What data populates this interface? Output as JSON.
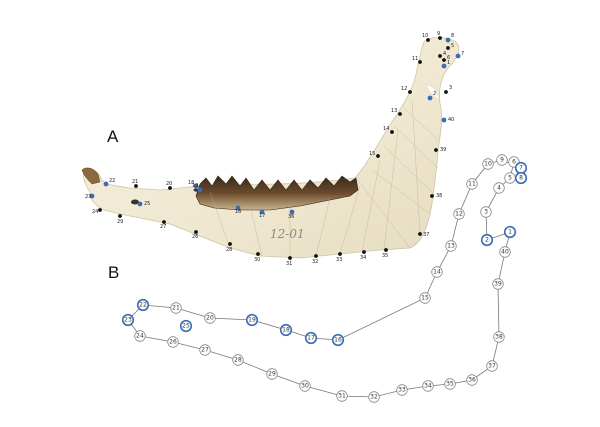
{
  "panel_a": {
    "label": "A",
    "specimen_text": "12-01",
    "accent_color": "#3a6db5",
    "landmarks": [
      {
        "n": "1",
        "type": "fixed"
      },
      {
        "n": "2",
        "type": "fixed"
      },
      {
        "n": "3",
        "type": "semi"
      },
      {
        "n": "4",
        "type": "semi"
      },
      {
        "n": "5",
        "type": "semi"
      },
      {
        "n": "6",
        "type": "semi"
      },
      {
        "n": "7",
        "type": "fixed"
      },
      {
        "n": "8",
        "type": "fixed"
      },
      {
        "n": "9",
        "type": "semi"
      },
      {
        "n": "10",
        "type": "semi"
      },
      {
        "n": "11",
        "type": "semi"
      },
      {
        "n": "12",
        "type": "semi"
      },
      {
        "n": "13",
        "type": "semi"
      },
      {
        "n": "14",
        "type": "semi"
      },
      {
        "n": "15",
        "type": "semi"
      },
      {
        "n": "16",
        "type": "fixed"
      },
      {
        "n": "17",
        "type": "fixed"
      },
      {
        "n": "18",
        "type": "fixed"
      },
      {
        "n": "19",
        "type": "fixed"
      },
      {
        "n": "20",
        "type": "semi"
      },
      {
        "n": "21",
        "type": "semi"
      },
      {
        "n": "22",
        "type": "fixed"
      },
      {
        "n": "23",
        "type": "fixed"
      },
      {
        "n": "24",
        "type": "semi"
      },
      {
        "n": "25",
        "type": "fixed"
      },
      {
        "n": "26",
        "type": "semi"
      },
      {
        "n": "27",
        "type": "semi"
      },
      {
        "n": "28",
        "type": "semi"
      },
      {
        "n": "29",
        "type": "semi"
      },
      {
        "n": "30",
        "type": "semi"
      },
      {
        "n": "31",
        "type": "semi"
      },
      {
        "n": "32",
        "type": "semi"
      },
      {
        "n": "33",
        "type": "semi"
      },
      {
        "n": "34",
        "type": "semi"
      },
      {
        "n": "35",
        "type": "semi"
      },
      {
        "n": "36",
        "type": "fixed"
      },
      {
        "n": "37",
        "type": "semi"
      },
      {
        "n": "38",
        "type": "semi"
      },
      {
        "n": "39",
        "type": "semi"
      },
      {
        "n": "40",
        "type": "fixed"
      }
    ]
  },
  "panel_b": {
    "label": "B",
    "fixed_color": "#3a6db5",
    "semi_color": "#888888",
    "landmarks": [
      {
        "n": "1",
        "type": "fixed"
      },
      {
        "n": "2",
        "type": "fixed"
      },
      {
        "n": "3",
        "type": "semi"
      },
      {
        "n": "4",
        "type": "semi"
      },
      {
        "n": "5",
        "type": "semi"
      },
      {
        "n": "6",
        "type": "semi"
      },
      {
        "n": "7",
        "type": "fixed"
      },
      {
        "n": "8",
        "type": "fixed"
      },
      {
        "n": "9",
        "type": "semi"
      },
      {
        "n": "10",
        "type": "semi"
      },
      {
        "n": "11",
        "type": "semi"
      },
      {
        "n": "12",
        "type": "semi"
      },
      {
        "n": "13",
        "type": "semi"
      },
      {
        "n": "14",
        "type": "semi"
      },
      {
        "n": "15",
        "type": "semi"
      },
      {
        "n": "16",
        "type": "fixed"
      },
      {
        "n": "17",
        "type": "fixed"
      },
      {
        "n": "18",
        "type": "fixed"
      },
      {
        "n": "19",
        "type": "fixed"
      },
      {
        "n": "20",
        "type": "semi"
      },
      {
        "n": "21",
        "type": "semi"
      },
      {
        "n": "22",
        "type": "fixed"
      },
      {
        "n": "23",
        "type": "fixed"
      },
      {
        "n": "24",
        "type": "semi"
      },
      {
        "n": "25",
        "type": "fixed"
      },
      {
        "n": "26",
        "type": "semi"
      },
      {
        "n": "27",
        "type": "semi"
      },
      {
        "n": "28",
        "type": "semi"
      },
      {
        "n": "29",
        "type": "semi"
      },
      {
        "n": "30",
        "type": "semi"
      },
      {
        "n": "31",
        "type": "semi"
      },
      {
        "n": "32",
        "type": "semi"
      },
      {
        "n": "33",
        "type": "semi"
      },
      {
        "n": "34",
        "type": "semi"
      },
      {
        "n": "35",
        "type": "semi"
      },
      {
        "n": "36",
        "type": "semi"
      },
      {
        "n": "37",
        "type": "semi"
      },
      {
        "n": "38",
        "type": "semi"
      },
      {
        "n": "39",
        "type": "semi"
      },
      {
        "n": "40",
        "type": "semi"
      }
    ]
  }
}
